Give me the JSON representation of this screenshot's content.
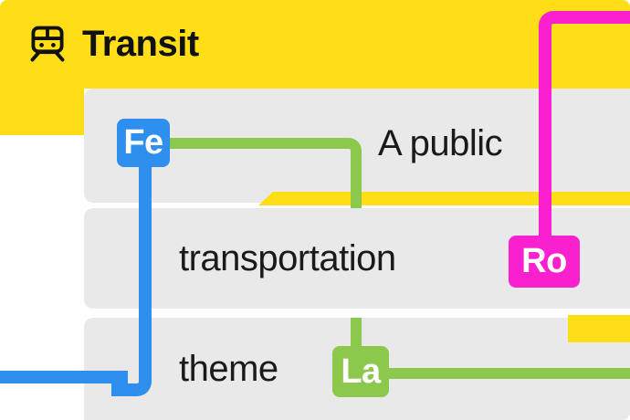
{
  "header": {
    "title": "Transit",
    "icon": "tram-icon",
    "background_color": "#FFDE18"
  },
  "content": {
    "lines": [
      "A public",
      "transportation",
      "theme"
    ]
  },
  "stations": [
    {
      "label": "Fe",
      "color": "#2F8FEE",
      "name": "station-badge-fe"
    },
    {
      "label": "Ro",
      "color": "#F920D0",
      "name": "station-badge-ro"
    },
    {
      "label": "La",
      "color": "#8CC84B",
      "name": "station-badge-la"
    }
  ],
  "palette": {
    "yellow": "#FFDE18",
    "grey_bar": "#E9E9E9",
    "blue_line": "#2F8FEE",
    "green_line": "#8CC84B",
    "magenta_line": "#F920D0",
    "text": "#1a1a1a",
    "white": "#FFFFFF"
  }
}
